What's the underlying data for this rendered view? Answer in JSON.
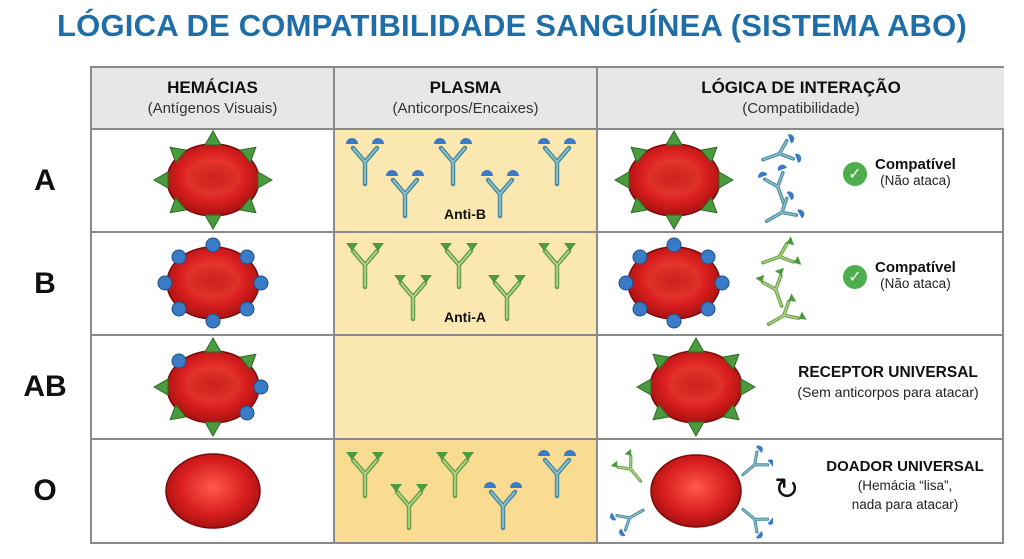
{
  "title": "LÓGICA DE COMPATIBILIDADE SANGUÍNEA (SISTEMA ABO)",
  "headers": [
    {
      "main": "HEMÁCIAS",
      "sub": "(Antígenos Visuais)"
    },
    {
      "main": "PLASMA",
      "sub": "(Anticorpos/Encaixes)"
    },
    {
      "main": "LÓGICA DE INTERAÇÃO",
      "sub": "(Compatibilidade)"
    }
  ],
  "rows": [
    {
      "label": "A",
      "antibody_label": "Anti-B",
      "status_main": "Compatível",
      "status_sub": "(Não ataca)"
    },
    {
      "label": "B",
      "antibody_label": "Anti-A",
      "status_main": "Compatível",
      "status_sub": "(Não ataca)"
    },
    {
      "label": "AB",
      "antibody_label": "",
      "status_main": "RECEPTOR UNIVERSAL",
      "status_sub": "(Sem anticorpos para atacar)"
    },
    {
      "label": "O",
      "antibody_label": "",
      "status_main": "DOADOR UNIVERSAL",
      "status_sub_1": "(Hemácia “lisa”,",
      "status_sub_2": "nada para atacar)"
    }
  ],
  "icons": {
    "check": "check-circle-icon",
    "cycle": "circular-arrow-icon"
  },
  "colors": {
    "title": "#1f6ea8",
    "cell_red": "#d81e1e",
    "antigen_a": "#4a9a3e",
    "antigen_b": "#3a7bc8",
    "plasma_bg": "#fbe7b0",
    "check_green": "#4cae4c"
  }
}
